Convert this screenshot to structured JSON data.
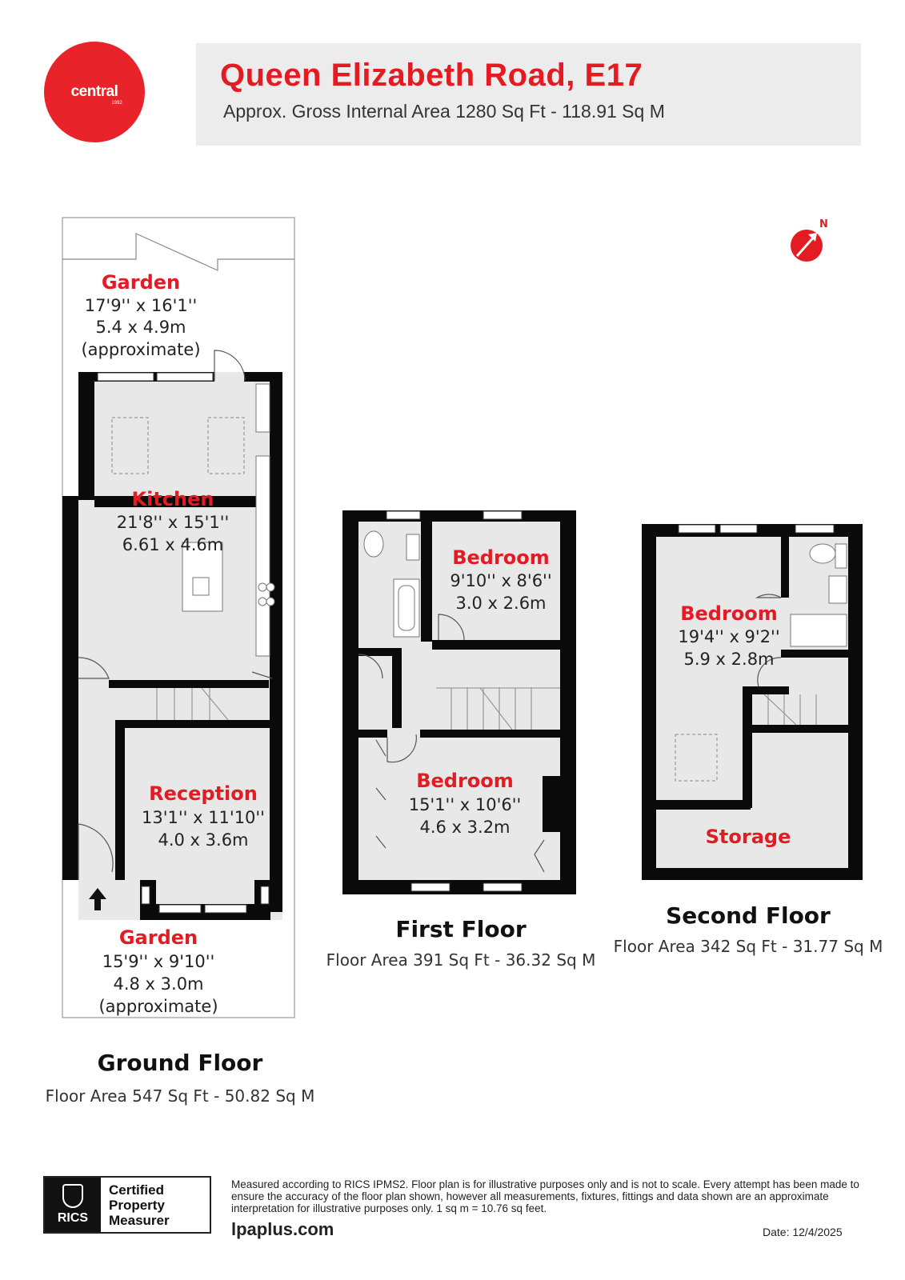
{
  "header": {
    "brand_logo_text": "central",
    "brand_logo_year": "1992",
    "title": "Queen Elizabeth Road, E17",
    "subtitle": "Approx. Gross Internal Area 1280 Sq Ft - 118.91 Sq M"
  },
  "colors": {
    "brand_red": "#e31b23",
    "wall": "#0a0a0a",
    "floor_fill": "#e8e8e8"
  },
  "ground_floor": {
    "title": "Ground Floor",
    "area": "Floor Area 547 Sq Ft - 50.82 Sq M",
    "rear_garden": {
      "name": "Garden",
      "imperial": "17'9'' x 16'1''",
      "metric": "5.4 x 4.9m",
      "note": "(approximate)"
    },
    "kitchen": {
      "name": "Kitchen",
      "imperial": "21'8'' x 15'1''",
      "metric": "6.61 x 4.6m"
    },
    "reception": {
      "name": "Reception",
      "imperial": "13'1'' x 11'10''",
      "metric": "4.0 x 3.6m"
    },
    "front_garden": {
      "name": "Garden",
      "imperial": "15'9'' x 9'10''",
      "metric": "4.8 x 3.0m",
      "note": "(approximate)"
    }
  },
  "first_floor": {
    "title": "First Floor",
    "area": "Floor Area 391 Sq Ft - 36.32 Sq M",
    "bedroom_rear": {
      "name": "Bedroom",
      "imperial": "9'10'' x 8'6''",
      "metric": "3.0 x 2.6m"
    },
    "bedroom_front": {
      "name": "Bedroom",
      "imperial": "15'1'' x 10'6''",
      "metric": "4.6 x 3.2m"
    }
  },
  "second_floor": {
    "title": "Second Floor",
    "area": "Floor Area 342 Sq Ft - 31.77 Sq M",
    "bedroom": {
      "name": "Bedroom",
      "imperial": "19'4'' x 9'2''",
      "metric": "5.9 x 2.8m"
    },
    "storage": {
      "name": "Storage"
    }
  },
  "compass": {
    "label": "N"
  },
  "footer": {
    "rics_label": "RICS",
    "cert_line1": "Certified",
    "cert_line2": "Property",
    "cert_line3": "Measurer",
    "disclaimer": "Measured according to RICS IPMS2. Floor plan is for illustrative purposes only and is not to scale. Every attempt has been made to ensure the accuracy of the floor plan shown, however all measurements, fixtures, fittings and data shown are an approximate interpretation for illustrative purposes only. 1 sq m = 10.76 sq feet.",
    "website": "lpaplus.com",
    "date": "Date: 12/4/2025"
  }
}
